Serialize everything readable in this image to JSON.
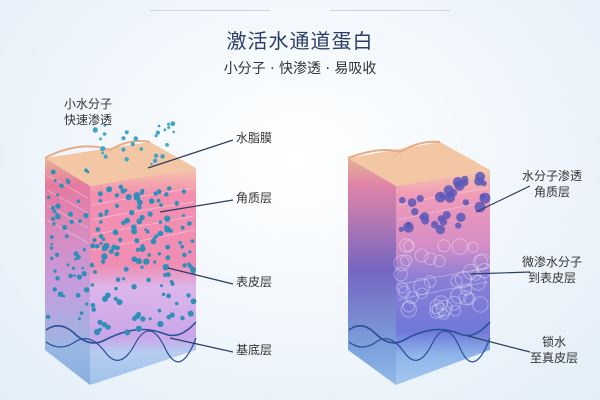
{
  "title": "激活水通道蛋白",
  "subtitle": "小分子 · 快渗透 · 易吸收",
  "left_block": {
    "top_note": [
      "小水分子",
      "快速渗透"
    ],
    "labels": [
      "水脂膜",
      "角质层",
      "表皮层",
      "基底层"
    ]
  },
  "right_block": {
    "labels": [
      [
        "水分子渗透",
        "角质层"
      ],
      [
        "微渗水分子",
        "到表皮层"
      ],
      [
        "锁水",
        "至真皮层"
      ]
    ]
  },
  "colors": {
    "skin_top": "#f2c9a6",
    "stratum": "#f28fb0",
    "epidermis": "#d9b3e8",
    "basal": "#b9d4f2",
    "water_dot": "#2f8fb8",
    "right_deep": "#6f6fd0"
  }
}
